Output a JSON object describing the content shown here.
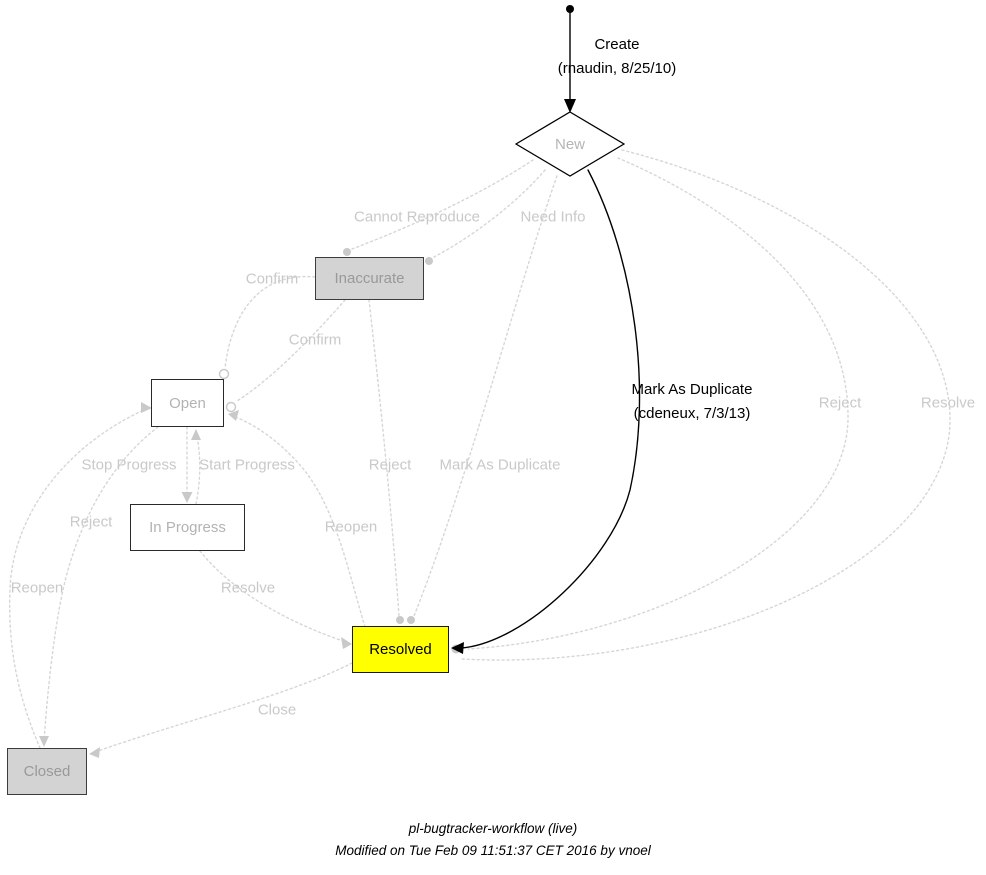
{
  "nodes": {
    "new": "New",
    "inaccurate": "Inaccurate",
    "open": "Open",
    "in_progress": "In Progress",
    "resolved": "Resolved",
    "closed": "Closed"
  },
  "edges": {
    "create": {
      "label": "Create",
      "meta": "(rnaudin, 8/25/10)"
    },
    "mark_as_duplicate_black": {
      "label": "Mark As Duplicate",
      "meta": "(cdeneux, 7/3/13)"
    },
    "cannot_reproduce": {
      "label": "Cannot Reproduce"
    },
    "need_info": {
      "label": "Need Info"
    },
    "confirm_left": {
      "label": "Confirm"
    },
    "confirm_mid": {
      "label": "Confirm"
    },
    "stop_progress": {
      "label": "Stop Progress"
    },
    "start_progress": {
      "label": "Start Progress"
    },
    "reject_left": {
      "label": "Reject"
    },
    "reject_mid": {
      "label": "Reject"
    },
    "reject_right": {
      "label": "Reject"
    },
    "mark_as_duplicate_gray": {
      "label": "Mark As Duplicate"
    },
    "reopen_left": {
      "label": "Reopen"
    },
    "reopen_mid": {
      "label": "Reopen"
    },
    "resolve_mid": {
      "label": "Resolve"
    },
    "resolve_right": {
      "label": "Resolve"
    },
    "close": {
      "label": "Close"
    }
  },
  "footer": {
    "title": "pl-bugtracker-workflow (live)",
    "modified": "Modified on Tue Feb 09 11:51:37 CET 2016 by vnoel"
  },
  "colors": {
    "resolved_fill": "#ffff00",
    "gray_node_fill": "#d3d3d3",
    "edge_gray": "#d6d6d6",
    "label_gray": "#c9c9c9",
    "active_edge": "#000000"
  }
}
